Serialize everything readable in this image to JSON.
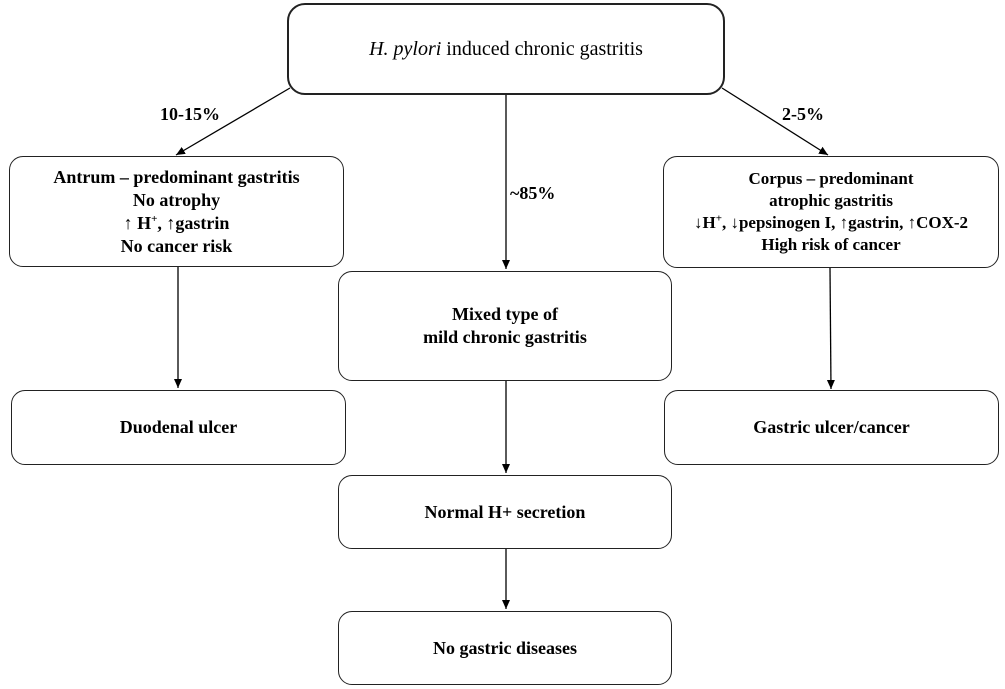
{
  "root": {
    "italic": "H. pylori",
    "rest": " induced chronic gastritis"
  },
  "branch_labels": {
    "left": "10-15%",
    "center": "~85%",
    "right": "2-5%"
  },
  "antrum": {
    "line1": "Antrum  – predominant  gastritis",
    "line2": "No atrophy",
    "line3_a": "↑ H",
    "line3_sup": "+",
    "line3_b": ", ↑gastrin",
    "line4": "No cancer risk"
  },
  "corpus": {
    "line1": "Corpus – predominant",
    "line2": "atrophic gastritis",
    "line3_a": "↓H",
    "line3_sup": "+",
    "line3_b": ", ↓pepsinogen I, ↑gastrin, ↑COX-2",
    "line4": "High risk of cancer"
  },
  "mixed": {
    "line1": "Mixed type of",
    "line2": "mild chronic gastritis"
  },
  "duodenal": {
    "text": "Duodenal ulcer"
  },
  "gastric": {
    "text": "Gastric ulcer/cancer"
  },
  "normal": {
    "text": "Normal H+ secretion"
  },
  "none": {
    "text": "No gastric diseases"
  }
}
